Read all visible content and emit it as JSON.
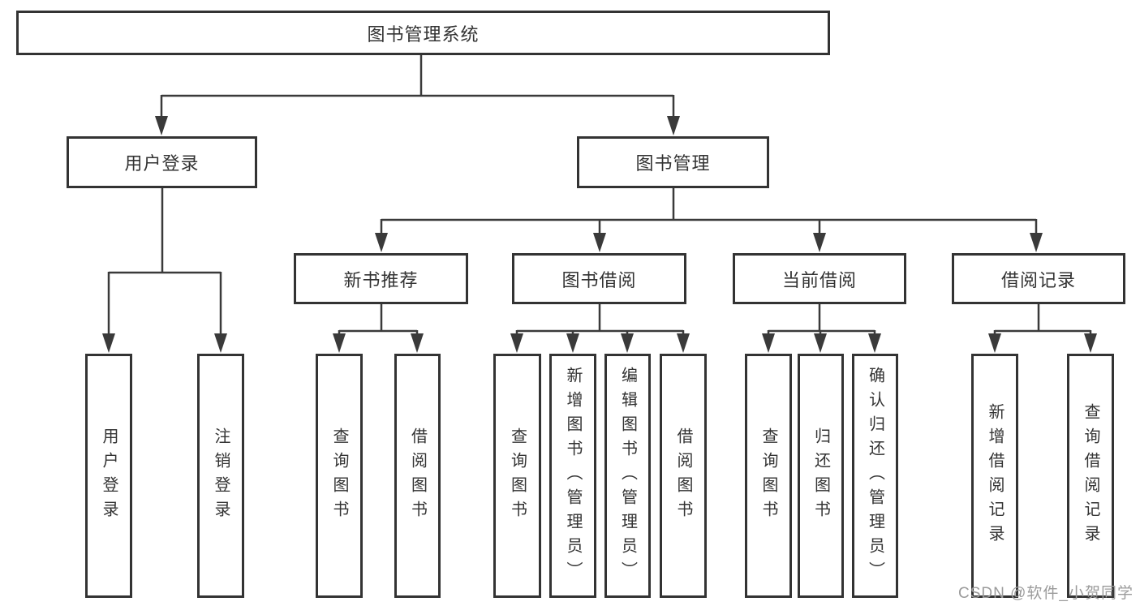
{
  "diagram": {
    "type": "hierarchy-tree",
    "nodes": {
      "root": "图书管理系统",
      "user_login": "用户登录",
      "book_mgmt": "图书管理",
      "new_book": "新书推荐",
      "book_borrow": "图书借阅",
      "current_borrow": "当前借阅",
      "borrow_record": "借阅记录",
      "ul_login": "用户登录",
      "ul_logout": "注销登录",
      "nb_query": "查询图书",
      "nb_borrow": "借阅图书",
      "bb_query": "查询图书",
      "bb_add": "新增图书（管理员）",
      "bb_edit": "编辑图书（管理员）",
      "bb_borrow": "借阅图书",
      "cb_query": "查询图书",
      "cb_return": "归还图书",
      "cb_confirm": "确认归还（管理员）",
      "br_add": "新增借阅记录",
      "br_query": "查询借阅记录"
    },
    "hierarchy": {
      "图书管理系统": {
        "用户登录": [
          "用户登录",
          "注销登录"
        ],
        "图书管理": {
          "新书推荐": [
            "查询图书",
            "借阅图书"
          ],
          "图书借阅": [
            "查询图书",
            "新增图书（管理员）",
            "编辑图书（管理员）",
            "借阅图书"
          ],
          "当前借阅": [
            "查询图书",
            "归还图书",
            "确认归还（管理员）"
          ],
          "借阅记录": [
            "新增借阅记录",
            "查询借阅记录"
          ]
        }
      }
    },
    "colors": {
      "line": "#3a3a3a",
      "box_border": "#333333",
      "box_fill": "#ffffff",
      "text": "#333333",
      "watermark": "#9b9b9b",
      "background": "#ffffff"
    },
    "watermark": "CSDN @软件_小贺同学"
  }
}
